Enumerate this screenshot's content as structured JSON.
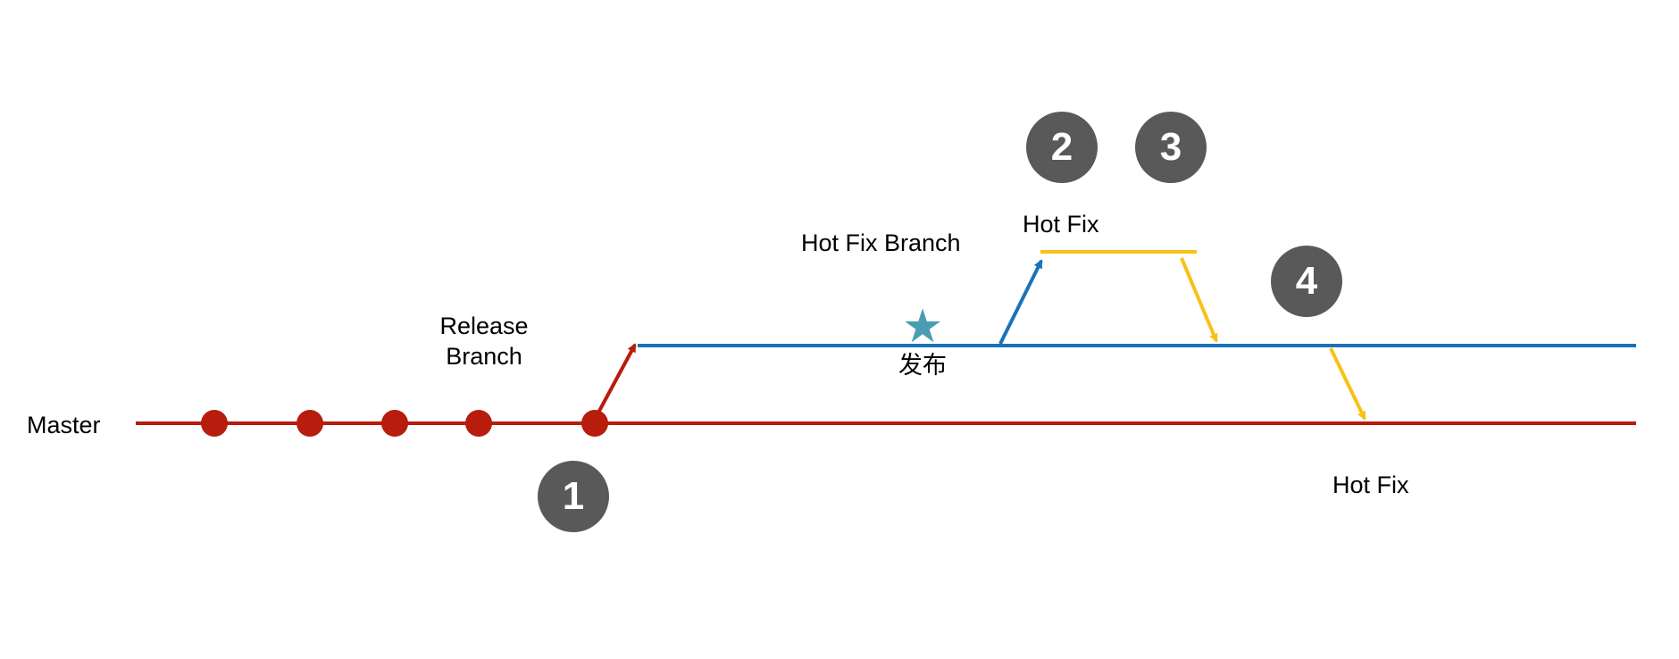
{
  "colors": {
    "master": "#B71C0C",
    "release": "#1A72B8",
    "hotfix": "#F8C11A",
    "badge": "#595959",
    "star": "#4B9CB3"
  },
  "labels": {
    "master": "Master",
    "release_branch": "Release\nBranch",
    "hot_fix_branch": "Hot Fix Branch",
    "hot_fix_top": "Hot Fix",
    "hot_fix_bottom": "Hot Fix",
    "release_event": "发布"
  },
  "badges": [
    "1",
    "2",
    "3",
    "4"
  ],
  "icons": {
    "release_star": "star-icon",
    "commit": "commit-dot-icon"
  }
}
